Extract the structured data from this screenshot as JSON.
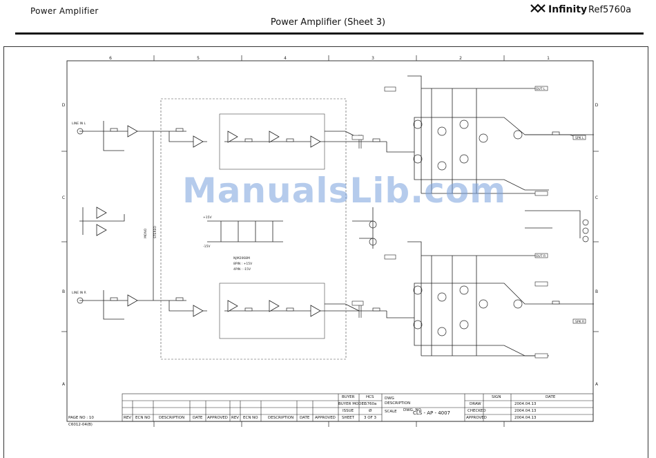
{
  "header": {
    "section": "Power Amplifier",
    "brand": "Infinity",
    "model": "Ref5760a",
    "title": "Power Amplifier (Sheet 3)"
  },
  "grid": {
    "columns": [
      "6",
      "5",
      "4",
      "3",
      "2",
      "1"
    ],
    "rows": [
      "D",
      "C",
      "B",
      "A"
    ]
  },
  "watermark": "ManualsLib.com",
  "schematic_labels": {
    "mono": "MONO",
    "stereo": "STEREO",
    "opamp_note": "NJM2068M",
    "pin8": "8PIN : +15V",
    "pin4": "4PIN : -15V",
    "plus15": "+15V",
    "minus15": "-15V",
    "jack_l": "LINE IN L",
    "jack_r": "LINE IN R",
    "spk_l": "SPK L",
    "spk_r": "SPK R",
    "out_l": "OUT L",
    "out_r": "OUT R"
  },
  "title_block": {
    "buyer": "BUYER",
    "buyer_model": "BUYER MODEL",
    "hcs": "HCS",
    "model_value": "5760a",
    "issue": "ISSUE",
    "issue_value": "Ø",
    "sheet": "SHEET",
    "sheet_value": "3 OF 3",
    "dwg_desc": "DWG DESCRIPTION",
    "scale": "SCALE",
    "dwg_no": "DWG. NO.",
    "dwg_value": "CLS - AP - 4007",
    "sign": "SIGN",
    "date": "DATE",
    "draw": "DRAW",
    "checked": "CHECKED",
    "approved": "APPROVED",
    "date1": "2004.04.13",
    "date2": "2004.04.13",
    "date3": "2004.04.13",
    "rev": "REV",
    "ecn": "ECN NO",
    "description": "DESCRIPTION",
    "date_col": "DATE",
    "approved_col": "APPROVED",
    "page": "PAGE NO : 10",
    "code": "C6012-04(B)"
  }
}
